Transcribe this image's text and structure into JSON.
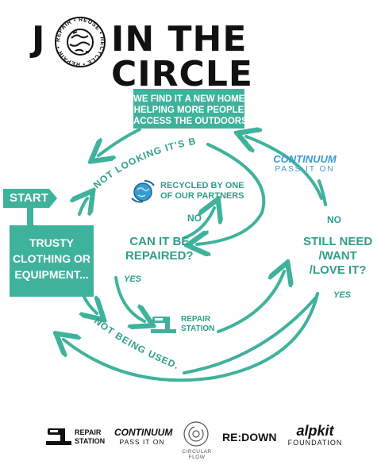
{
  "title": {
    "part1": "J",
    "part2": "IN THE CIRCLE"
  },
  "emblem_text": "REPAIR • REUSE • RECYCLE • REPAIR • REUSE • RECYCLE •",
  "top_box": {
    "lines": [
      "WE FIND IT A NEW HOME",
      "HELPING MORE PEOPLE",
      "ACCESS THE OUTDOORS"
    ]
  },
  "start_sign": "START",
  "trusty_box": {
    "lines": [
      "TRUSTY",
      "CLOTHING OR",
      "EQUIPMENT..."
    ]
  },
  "labels": {
    "not_looking_best": "NOT LOOKING IT'S BEST...",
    "recycled": [
      "RECYCLED BY ONE",
      "OF OUR PARTNERS"
    ],
    "no_recycle": "NO",
    "can_repair": [
      "CAN IT BE",
      "REPAIRED?"
    ],
    "yes_repair": "YES",
    "still_need": [
      "STILL NEED",
      "/WANT",
      "/LOVE IT?"
    ],
    "no_still": "NO",
    "yes_still": "YES",
    "not_being_used": "NOT BEING USED...",
    "repair_station": [
      "REPAIR",
      "STATION"
    ],
    "continuum_name": "CONTINUUM",
    "continuum_tag": "PASS IT ON"
  },
  "footer": {
    "repair_station": [
      "REPAIR",
      "STATION"
    ],
    "continuum_name": "CONTINUUM",
    "continuum_tag": "PASS IT ON",
    "circular_flow": "CIRCULAR FLOW",
    "redown": "RE:DOWN",
    "alpkit": "alpkit",
    "alpkit_sub": "FOUNDATION"
  },
  "colors": {
    "teal": "#3fb29c",
    "teal_dark": "#2f9f88",
    "text_dark": "#111111",
    "blue": "#3a9bd0"
  }
}
